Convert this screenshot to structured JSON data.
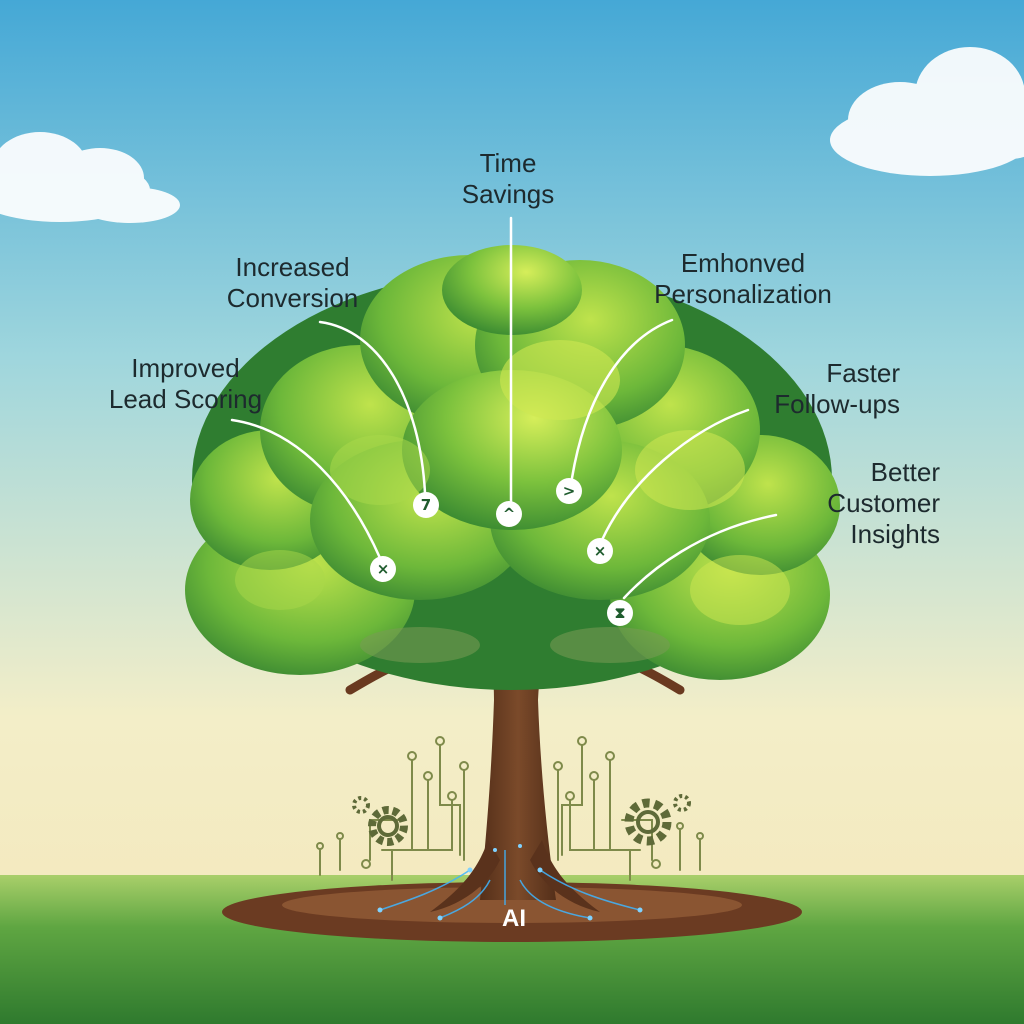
{
  "benefits": [
    {
      "id": "time-savings",
      "lines": [
        "Time",
        "Savings"
      ],
      "marker": "^"
    },
    {
      "id": "increased-conversion",
      "lines": [
        "Increased",
        "Conversion"
      ],
      "marker": "7"
    },
    {
      "id": "emhonved-personalization",
      "lines": [
        "Emhonved",
        "Personalization"
      ],
      "marker": ">"
    },
    {
      "id": "improved-lead-scoring",
      "lines": [
        "Improved",
        "Lead Scoring"
      ],
      "marker": "×"
    },
    {
      "id": "faster-follow-ups",
      "lines": [
        "Faster",
        "Follow-ups"
      ],
      "marker": "×"
    },
    {
      "id": "better-customer-insights",
      "lines": [
        "Better",
        "Customer",
        "Insights"
      ],
      "marker": "⧗"
    }
  ],
  "root_label": "AI",
  "colors": {
    "sky_top": "#4fb0d8",
    "sky_bottom": "#f7ebc4",
    "foliage_dark": "#2f8a34",
    "foliage_light": "#c8e84a",
    "trunk": "#6a3a20",
    "grass": "#4f9a3a",
    "circuit": "#7e8a4a",
    "root_glow": "#3fb6ff"
  },
  "icons": [
    "cloud-icon",
    "gear-icon",
    "circuit-icon"
  ]
}
